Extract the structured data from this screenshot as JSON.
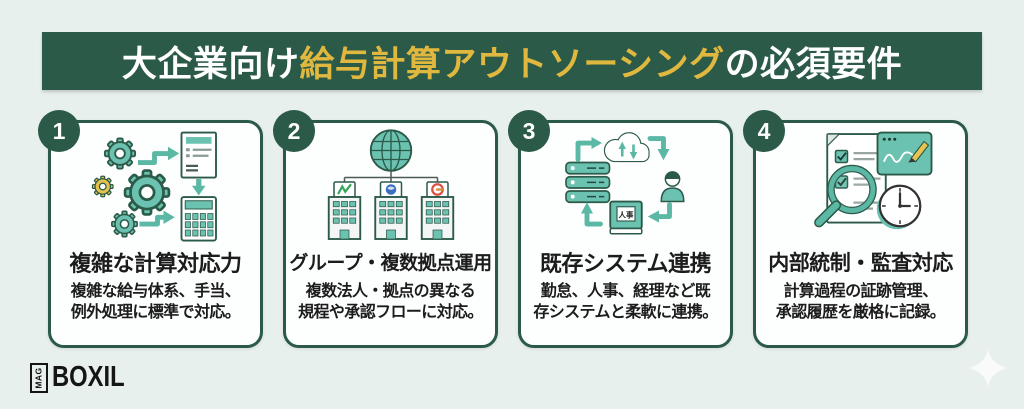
{
  "header": {
    "title_prefix": "大企業向け",
    "title_highlight": "給与計算アウトソーシング",
    "title_suffix": "の必須要件"
  },
  "cards": [
    {
      "number": "1",
      "icon": "gears-document-calculator-icon",
      "title": "複雑な計算対応力",
      "desc_line1": "複雑な給与体系、手当、",
      "desc_line2": "例外処理に標準で対応。"
    },
    {
      "number": "2",
      "icon": "globe-branch-buildings-icon",
      "title": "グループ・複数拠点運用",
      "desc_line1": "複数法人・拠点の異なる",
      "desc_line2": "規程や承認フローに対応。"
    },
    {
      "number": "3",
      "icon": "cloud-system-sync-icon",
      "title": "既存システム連携",
      "desc_line1": "勤怠、人事、経理など既",
      "desc_line2": "存システムと柔軟に連携。",
      "icon_book_label": "人事"
    },
    {
      "number": "4",
      "icon": "audit-checklist-clock-icon",
      "title": "内部統制・監査対応",
      "desc_line1": "計算過程の証跡管理、",
      "desc_line2": "承認履歴を厳格に記録。"
    }
  ],
  "footer": {
    "logo_mag": "MAG",
    "logo_boxil": "BOXIL"
  },
  "colors": {
    "background": "#e8f0ed",
    "banner_green": "#2b5a49",
    "highlight_yellow": "#e0b83f",
    "icon_teal": "#6cc2b0",
    "arrow_teal": "#5bb8a5",
    "pencil_yellow": "#e8c34f",
    "text_dark": "#1c1c1c",
    "card_bg": "#fdfefe"
  }
}
